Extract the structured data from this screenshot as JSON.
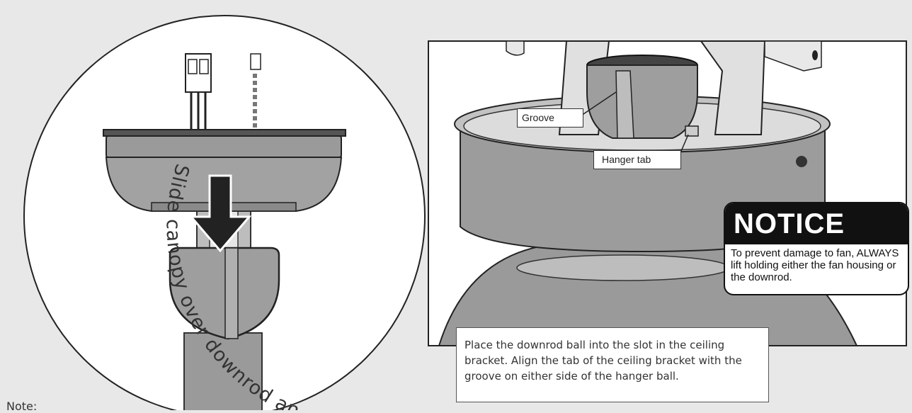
{
  "left_panel": {
    "curved_caption": "Slide canopy over downrod and wires",
    "note_label": "Note:"
  },
  "right_panel": {
    "groove_label": "Groove",
    "hanger_tab_label": "Hanger tab",
    "notice": {
      "title": "NOTICE",
      "text": "To prevent damage to fan, ALWAYS lift holding either the fan housing or the downrod."
    },
    "instruction": "Place the downrod ball into the slot in the ceiling bracket. Align the tab of the ceiling bracket with the groove on either side of the hanger ball."
  }
}
